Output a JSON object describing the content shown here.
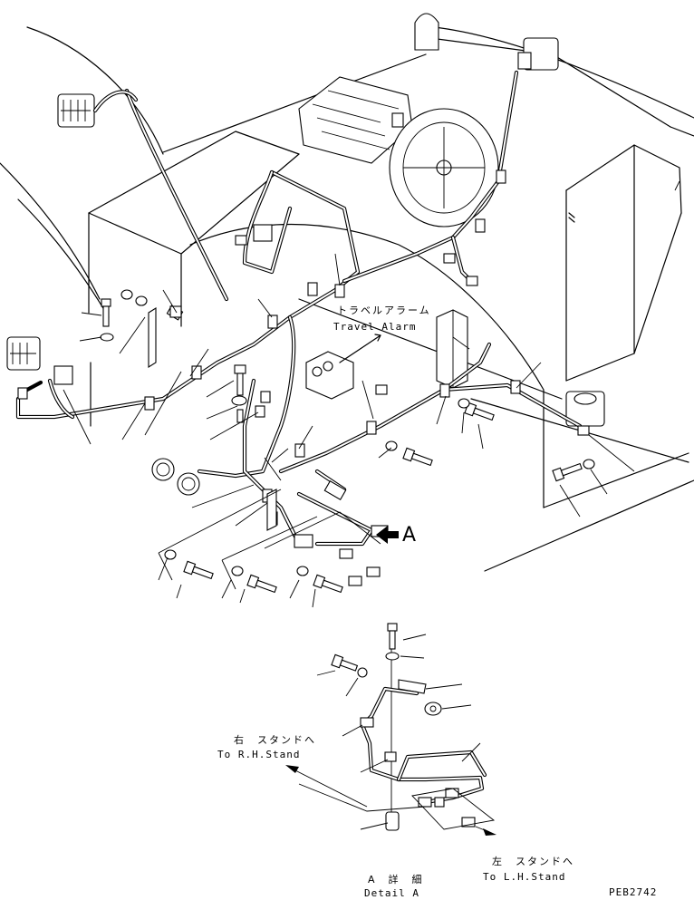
{
  "labels": {
    "travel_alarm_jp": "トラベルアラーム",
    "travel_alarm_en": "Travel Alarm",
    "view_marker": "A",
    "rh_stand_jp": "右　スタンドへ",
    "rh_stand_en": "To R.H.Stand",
    "lh_stand_jp": "左　スタンドへ",
    "lh_stand_en": "To L.H.Stand",
    "detail_jp": "A　詳　細",
    "detail_en": "Detail A",
    "drawing_code": "PEB2742"
  }
}
